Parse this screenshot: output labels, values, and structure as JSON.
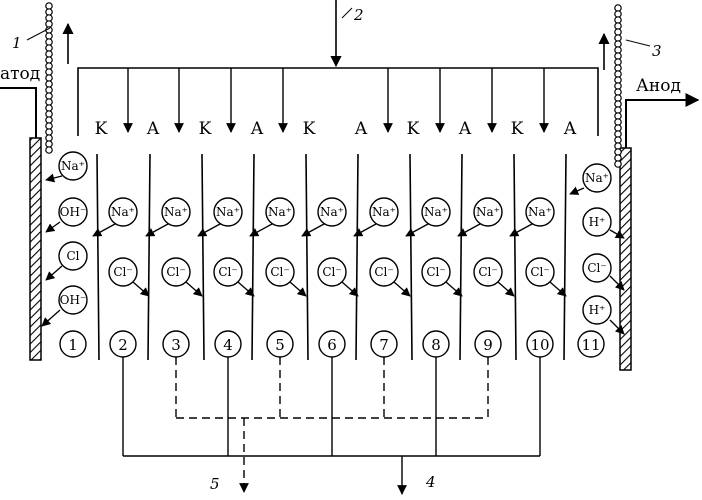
{
  "labels": {
    "cathode": "атод",
    "anode": "Анод",
    "n1": "1",
    "n2": "2",
    "n3": "3",
    "n4": "4",
    "n5": "5"
  },
  "membrane_labels": [
    "K",
    "A",
    "K",
    "A",
    "K",
    "A",
    "K",
    "A",
    "K",
    "A"
  ],
  "cell_numbers": [
    "1",
    "2",
    "3",
    "4",
    "5",
    "6",
    "7",
    "8",
    "9",
    "10",
    "11"
  ],
  "ions": {
    "na": "Na⁺",
    "oh": "OH⁻",
    "cl": "Cl⁻",
    "h": "H⁺",
    "cl_plain": "Cl"
  },
  "outlet_groups": {
    "dashed": [
      "3",
      "5",
      "7",
      "9"
    ],
    "solid": [
      "2",
      "4",
      "6",
      "8",
      "10"
    ]
  }
}
